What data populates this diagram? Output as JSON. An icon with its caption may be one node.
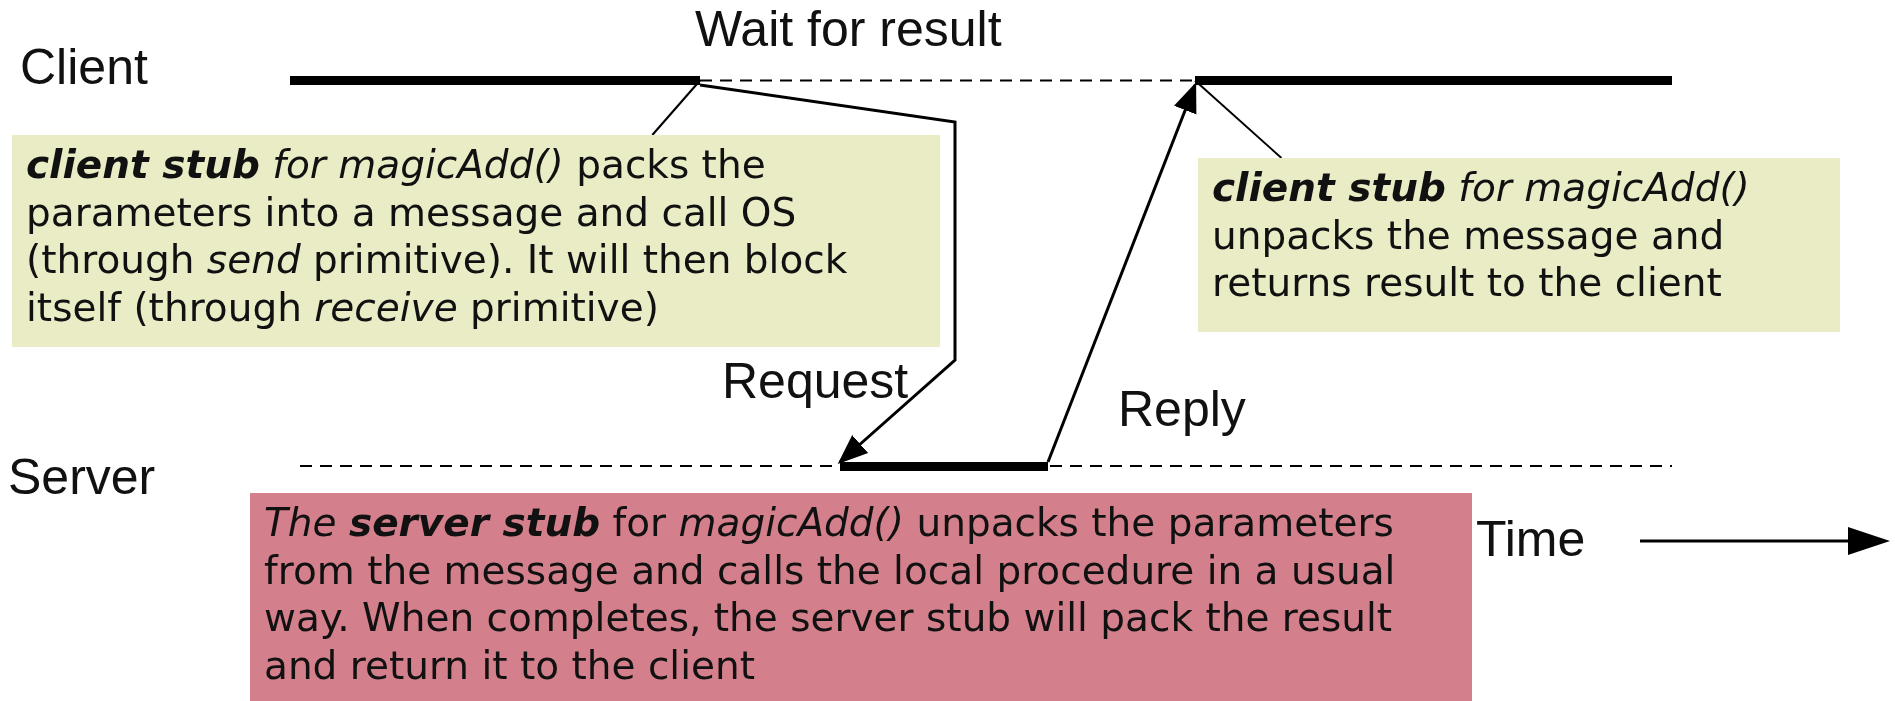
{
  "diagram": {
    "nodes": [
      {
        "text": [],
        "shape": "bar"
      },
      {
        "text": [],
        "shape": "bar"
      },
      {
        "text": [],
        "shape": "bar"
      },
      {
        "text": [
          "**client stub** *for magicAdd()* packs the parameters into a message and call OS (through *send*  primitive). It will then block itself (through *receive* primitive)"
        ]
      },
      {
        "text": [
          "**client stub** *for magicAdd()* unpacks the message and returns result to the client"
        ]
      },
      {
        "text": [
          "*The* **server stub**  for *magicAdd()* unpacks the parameters from the message and calls the local procedure in a usual way. When completes, the server stub will pack the result and return it to the client"
        ]
      }
    ],
    "edges": [
      {
        "from": 0,
        "to": 2,
        "arrow": "to",
        "label": "Request"
      },
      {
        "from": 2,
        "to": 1,
        "arrow": "to",
        "label": "Reply"
      },
      {
        "from": 3,
        "to": 0,
        "arrow": "none"
      },
      {
        "from": 4,
        "to": 1,
        "arrow": "none"
      },
      {
        "from": 0,
        "to": 1,
        "arrow": "none",
        "style": "dashed"
      }
    ],
    "labels": [
      "Wait for result",
      "Client",
      "Server",
      "Time"
    ]
  }
}
